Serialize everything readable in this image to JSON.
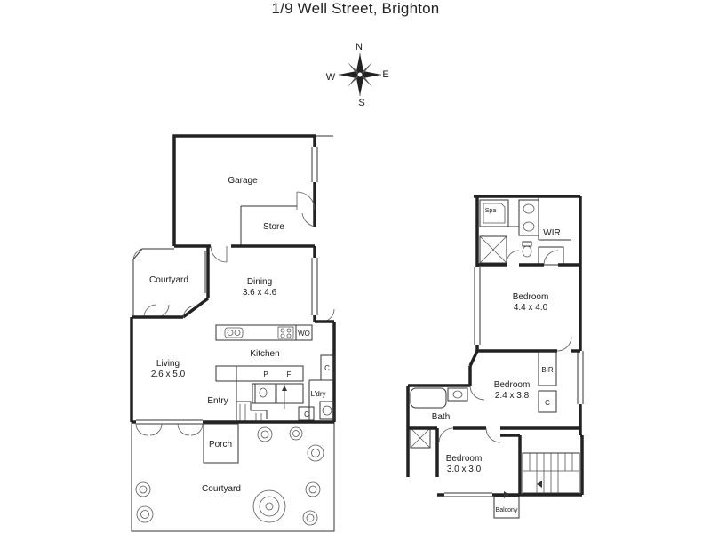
{
  "title": "1/9 Well Street, Brighton",
  "compass": {
    "n": "N",
    "e": "E",
    "s": "S",
    "w": "W"
  },
  "ground_floor": {
    "garage": "Garage",
    "store": "Store",
    "courtyard_side": "Courtyard",
    "dining": {
      "name": "Dining",
      "dims": "3.6 x 4.6"
    },
    "wo": "WO",
    "kitchen": "Kitchen",
    "living": {
      "name": "Living",
      "dims": "2.6 x 5.0"
    },
    "pantry": "P",
    "fridge": "F",
    "cupboard_1": "C",
    "laundry": "L'dry",
    "cupboard_2": "C",
    "entry": "Entry",
    "porch": "Porch",
    "courtyard_front": "Courtyard"
  },
  "first_floor": {
    "spa": "Spa",
    "wir": "WIR",
    "bedroom_main": {
      "name": "Bedroom",
      "dims": "4.4 x 4.0"
    },
    "bir": "BIR",
    "cupboard": "C",
    "bedroom_2": {
      "name": "Bedroom",
      "dims": "2.4 x 3.8"
    },
    "bath": "Bath",
    "bedroom_3": {
      "name": "Bedroom",
      "dims": "3.0 x 3.0"
    },
    "balcony": "Balcony"
  }
}
